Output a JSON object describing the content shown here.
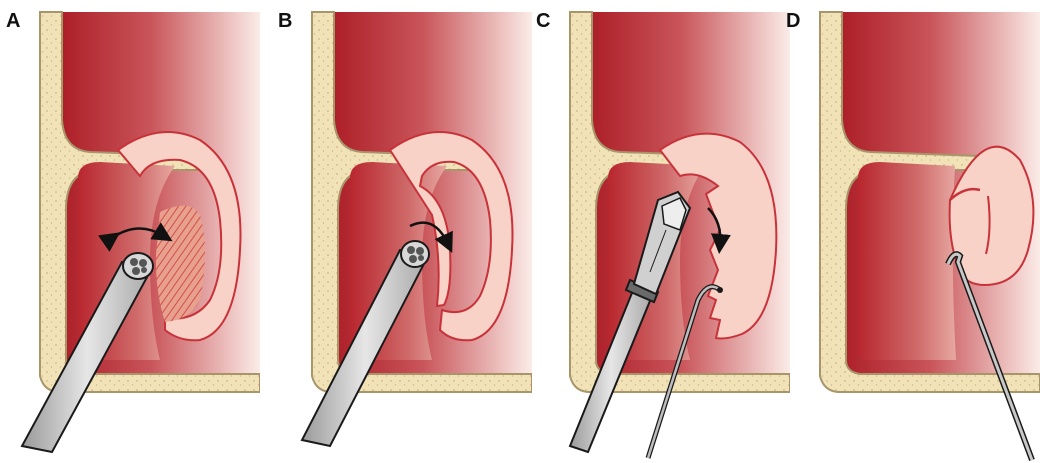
{
  "panels": [
    {
      "label": "A",
      "instrument": "burr-drill"
    },
    {
      "label": "B",
      "instrument": "burr-drill"
    },
    {
      "label": "C",
      "instrument": "biting-forceps-and-hook"
    },
    {
      "label": "D",
      "instrument": "hook"
    }
  ],
  "colors": {
    "cavity_dark": "#b5252c",
    "cavity_light": "#fbeae6",
    "bone": "#f1e2b8",
    "bone_outline": "#a8956a",
    "mucosa": "#f8d2c6",
    "mucosa_outline": "#c8323a",
    "instrument": "#c8c8c8",
    "instrument_outline": "#1a1a1a"
  }
}
